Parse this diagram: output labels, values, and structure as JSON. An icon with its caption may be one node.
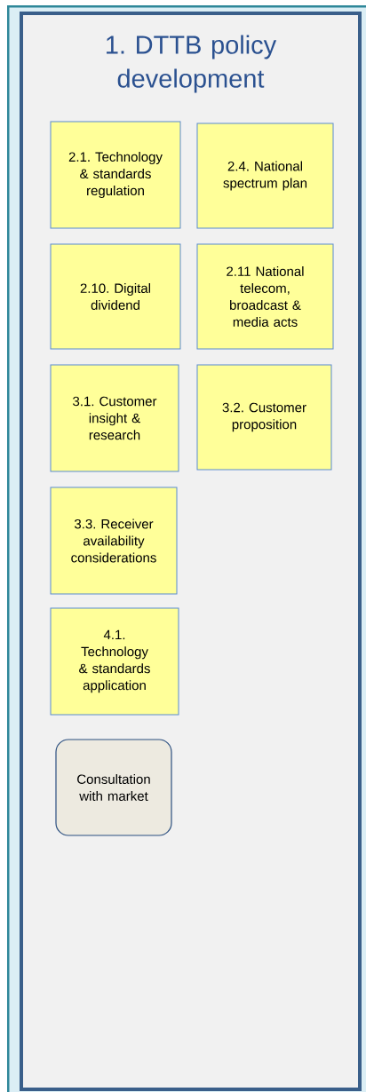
{
  "diagram": {
    "nodes": [
      {
        "text": [
          "1. DTTB policy development"
        ]
      },
      {
        "text": [
          "2.1. Technology & standards regulation"
        ],
        "in": 0
      },
      {
        "text": [
          "2.4. National spectrum plan"
        ],
        "in": 0
      },
      {
        "text": [
          "2.10. Digital dividend"
        ],
        "in": 0
      },
      {
        "text": [
          "2.11 National telecom, broadcast & media acts"
        ],
        "in": 0
      },
      {
        "text": [
          "3.1. Customer insight & research"
        ],
        "in": 0
      },
      {
        "text": [
          "3.2. Customer proposition"
        ],
        "in": 0
      },
      {
        "text": [
          "3.3. Receiver availability considerations"
        ],
        "in": 0
      },
      {
        "text": [
          "4.1. Technology & standards application"
        ],
        "in": 0
      },
      {
        "text": [
          "Consultation with market"
        ],
        "in": 0
      }
    ]
  }
}
